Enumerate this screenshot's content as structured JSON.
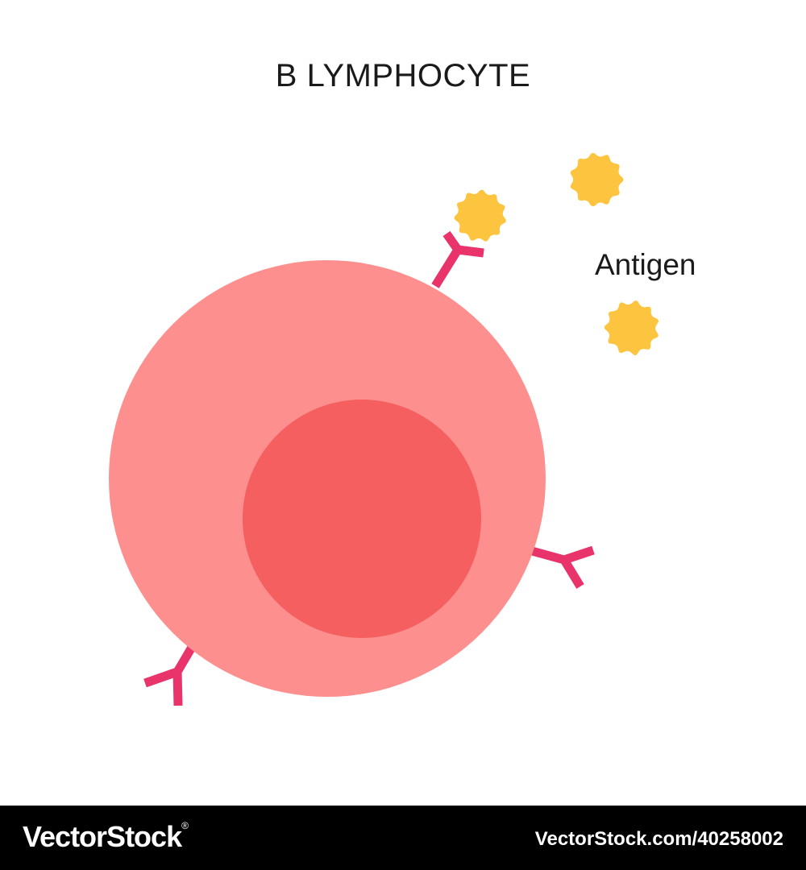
{
  "diagram": {
    "title": "B LYMPHOCYTE",
    "antigen_label": "Antigen",
    "colors": {
      "background": "#ffffff",
      "cell_body": "#fd8f8f",
      "nucleus": "#f55f60",
      "antibody": "#e8336b",
      "antigen": "#fdc53f",
      "text": "#1a1a1a"
    }
  },
  "footer": {
    "brand": "VectorStock",
    "brand_mark": "®",
    "image_id": "VectorStock.com/40258002"
  }
}
